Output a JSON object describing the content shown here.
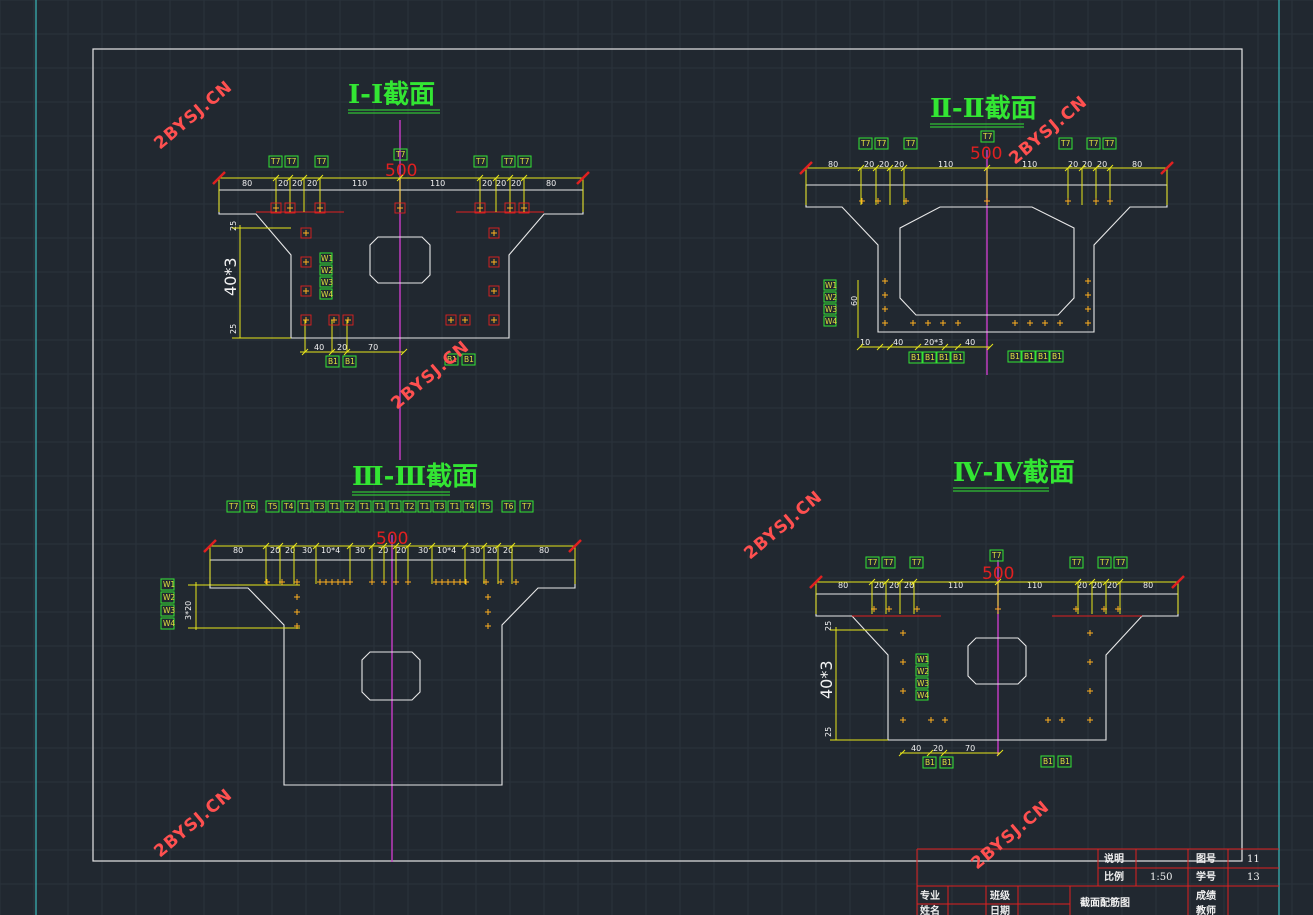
{
  "sheet": {
    "section_titles": [
      "Ⅰ-Ⅰ截面",
      "Ⅱ-Ⅱ截面",
      "Ⅲ-Ⅲ截面",
      "Ⅳ-Ⅳ截面"
    ],
    "watermark": "2BYSJ.CN",
    "colors": {
      "background": "#212830",
      "outline": "#e8e8e8",
      "dimension": "#e8e61a",
      "centerline": "#c83cc8",
      "title": "#33e633",
      "tendon": "#e02020",
      "duct_marker": "#ffb020",
      "watermark": "#ff5050"
    }
  },
  "sections": {
    "s1": {
      "title": "Ⅰ-Ⅰ截面",
      "total_width": "500",
      "top_dims": [
        "80",
        "20",
        "20",
        "20",
        "110",
        "110",
        "20",
        "20",
        "20",
        "80"
      ],
      "top_tags": [
        "T7",
        "T7",
        "T7",
        "T7",
        "T7",
        "T7",
        "T7"
      ],
      "web_tags": [
        "W1",
        "W2",
        "W3",
        "W4"
      ],
      "height_dim": "40*3",
      "side_dims": [
        "25",
        "25"
      ],
      "bottom_dims": [
        "40",
        "20",
        "70"
      ],
      "bottom_tags": [
        "B1",
        "B1",
        "B1",
        "B1"
      ]
    },
    "s2": {
      "title": "Ⅱ-Ⅱ截面",
      "total_width": "500",
      "top_dims": [
        "80",
        "20",
        "20",
        "20",
        "110",
        "110",
        "20",
        "20",
        "20",
        "80"
      ],
      "top_tags": [
        "T7",
        "T7",
        "T7",
        "T7",
        "T7",
        "T7",
        "T7"
      ],
      "web_tags": [
        "W1",
        "W2",
        "W3",
        "W4"
      ],
      "height_dim": "60",
      "bottom_dims": [
        "10",
        "40",
        "20*3",
        "40"
      ],
      "bottom_tags": [
        "B1",
        "B1",
        "B1",
        "B1",
        "B1",
        "B1",
        "B1",
        "B1"
      ]
    },
    "s3": {
      "title": "Ⅲ-Ⅲ截面",
      "total_width": "500",
      "top_dims": [
        "80",
        "20",
        "20",
        "30",
        "10*4",
        "30",
        "20",
        "20",
        "30",
        "10*4",
        "30",
        "20",
        "20",
        "80"
      ],
      "top_tags": [
        "T7",
        "T6",
        "T5",
        "T4",
        "T1",
        "T3",
        "T1",
        "T2",
        "T1",
        "T1",
        "T1",
        "T2",
        "T1",
        "T3",
        "T1",
        "T4",
        "T5",
        "T6",
        "T7"
      ],
      "web_tags": [
        "W1",
        "W2",
        "W3",
        "W4"
      ],
      "side_dim": "3*20"
    },
    "s4": {
      "title": "Ⅳ-Ⅳ截面",
      "total_width": "500",
      "top_dims": [
        "80",
        "20",
        "20",
        "20",
        "110",
        "110",
        "20",
        "20",
        "20",
        "80"
      ],
      "top_tags": [
        "T7",
        "T7",
        "T7",
        "T7",
        "T7",
        "T7",
        "T7"
      ],
      "web_tags": [
        "W1",
        "W2",
        "W3",
        "W4"
      ],
      "height_dim": "40*3",
      "side_dims": [
        "25",
        "25"
      ],
      "bottom_dims": [
        "40",
        "20",
        "70"
      ],
      "bottom_tags": [
        "B1",
        "B1",
        "B1",
        "B1"
      ]
    }
  },
  "title_block": {
    "labels": [
      "说明",
      "比例",
      "图号",
      "学号",
      "专业",
      "班级",
      "姓名",
      "日期",
      "成绩",
      "教师"
    ],
    "scale": "1:50",
    "drawing_no": "11",
    "student_no": "13",
    "drawing_name": "截面配筋图"
  }
}
